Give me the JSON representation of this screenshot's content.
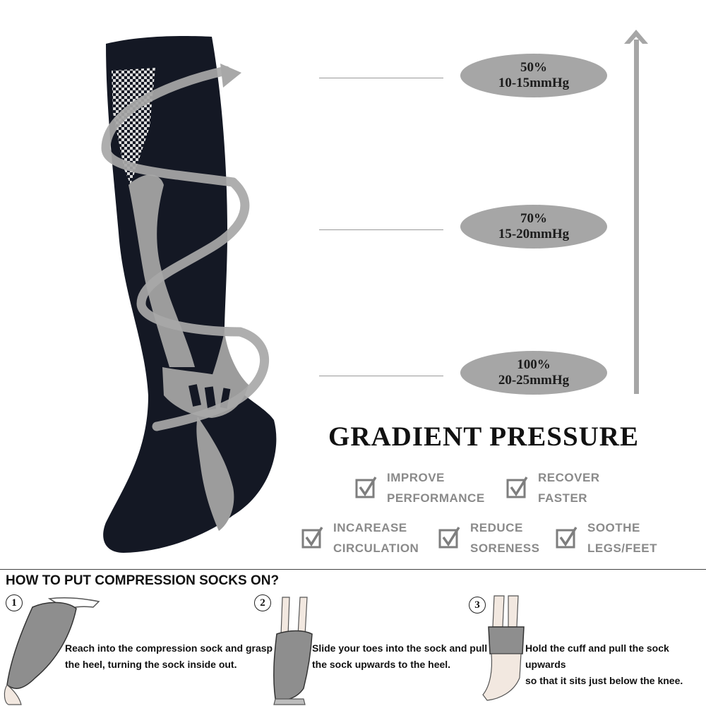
{
  "pressure_levels": [
    {
      "percent": "50%",
      "pressure": "10-15mmHg"
    },
    {
      "percent": "70%",
      "pressure": "15-20mmHg"
    },
    {
      "percent": "100%",
      "pressure": "20-25mmHg"
    }
  ],
  "headline": "GRADIENT PRESSURE",
  "benefits": [
    {
      "line1": "IMPROVE",
      "line2": "PERFORMANCE"
    },
    {
      "line1": "RECOVER",
      "line2": "FASTER"
    },
    {
      "line1": "INCAREASE",
      "line2": "CIRCULATION"
    },
    {
      "line1": "REDUCE",
      "line2": "SORENESS"
    },
    {
      "line1": "SOOTHE",
      "line2": "LEGS/FEET"
    }
  ],
  "howto": {
    "title": "HOW TO PUT COMPRESSION SOCKS ON?",
    "steps": [
      {
        "number": "1",
        "line1": "Reach into the compression sock and grasp",
        "line2": "the heel, turning the sock inside out."
      },
      {
        "number": "2",
        "line1": "Slide your toes into the sock and pull",
        "line2": "the sock upwards to the heel."
      },
      {
        "number": "3",
        "line1": "Hold the cuff and pull the sock upwards",
        "line2": "so that it sits just below the knee."
      }
    ]
  },
  "colors": {
    "sock_body": "#141824",
    "sock_accent": "#9c9c9c",
    "pill_fill": "#a6a6a6",
    "benefit_text": "#8a8a8a"
  },
  "icons": [
    "check-box-icon",
    "up-arrow-icon",
    "spiral-arrow-icon"
  ]
}
